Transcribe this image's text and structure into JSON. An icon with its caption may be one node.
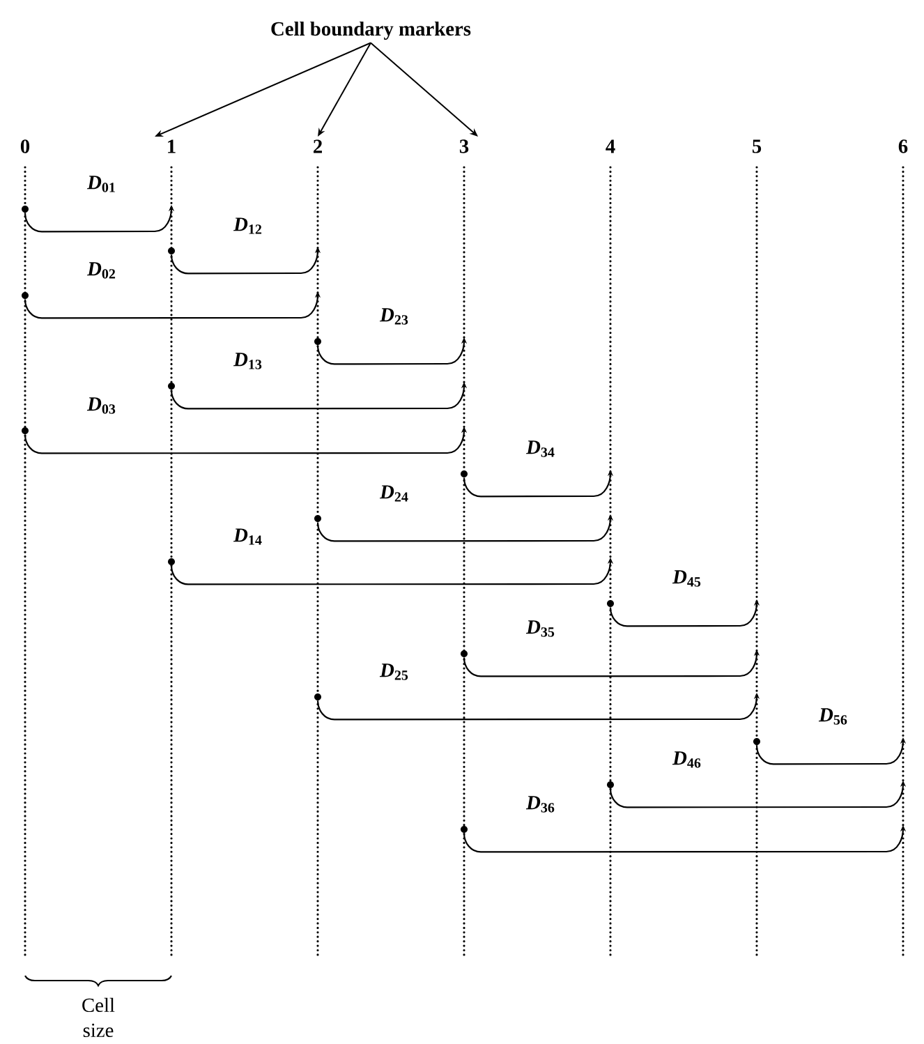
{
  "diagram": {
    "nodes": [
      {
        "text": [
          "Cell boundary markers"
        ]
      },
      {
        "text": [
          "0"
        ]
      },
      {
        "text": [
          "1"
        ]
      },
      {
        "text": [
          "2"
        ]
      },
      {
        "text": [
          "3"
        ]
      },
      {
        "text": [
          "4"
        ]
      },
      {
        "text": [
          "5"
        ]
      },
      {
        "text": [
          "6"
        ]
      },
      {
        "text": [],
        "shape": "circle",
        "in": 1
      },
      {
        "text": [],
        "shape": "circle",
        "in": 2
      },
      {
        "text": [],
        "shape": "circle",
        "in": 1
      },
      {
        "text": [],
        "shape": "circle",
        "in": 3
      },
      {
        "text": [],
        "shape": "circle",
        "in": 2
      },
      {
        "text": [],
        "shape": "circle",
        "in": 1
      },
      {
        "text": [],
        "shape": "circle",
        "in": 4
      },
      {
        "text": [],
        "shape": "circle",
        "in": 3
      },
      {
        "text": [],
        "shape": "circle",
        "in": 2
      },
      {
        "text": [],
        "shape": "circle",
        "in": 5
      },
      {
        "text": [],
        "shape": "circle",
        "in": 4
      },
      {
        "text": [],
        "shape": "circle",
        "in": 3
      },
      {
        "text": [],
        "shape": "circle",
        "in": 6
      },
      {
        "text": [],
        "shape": "circle",
        "in": 5
      },
      {
        "text": [],
        "shape": "circle",
        "in": 4
      }
    ],
    "edges": [
      {
        "from": 0,
        "to": 2,
        "arrow": "to"
      },
      {
        "from": 0,
        "to": 3,
        "arrow": "to"
      },
      {
        "from": 0,
        "to": 4,
        "arrow": "to"
      },
      {
        "from": 8,
        "to": 2,
        "arrow": "to",
        "label": "*D*$_{01}$"
      },
      {
        "from": 9,
        "to": 3,
        "arrow": "to",
        "label": "*D*$_{12}$"
      },
      {
        "from": 10,
        "to": 3,
        "arrow": "to",
        "label": "*D*$_{02}$"
      },
      {
        "from": 11,
        "to": 4,
        "arrow": "to",
        "label": "*D*$_{23}$"
      },
      {
        "from": 12,
        "to": 4,
        "arrow": "to",
        "label": "*D*$_{13}$"
      },
      {
        "from": 13,
        "to": 4,
        "arrow": "to",
        "label": "*D*$_{03}$"
      },
      {
        "from": 14,
        "to": 5,
        "arrow": "to",
        "label": "*D*$_{34}$"
      },
      {
        "from": 15,
        "to": 5,
        "arrow": "to",
        "label": "*D*$_{24}$"
      },
      {
        "from": 16,
        "to": 5,
        "arrow": "to",
        "label": "*D*$_{14}$"
      },
      {
        "from": 17,
        "to": 6,
        "arrow": "to",
        "label": "*D*$_{45}$"
      },
      {
        "from": 18,
        "to": 6,
        "arrow": "to",
        "label": "*D*$_{35}$"
      },
      {
        "from": 19,
        "to": 6,
        "arrow": "to",
        "label": "*D*$_{25}$"
      },
      {
        "from": 20,
        "to": 7,
        "arrow": "to",
        "label": "*D*$_{56}$"
      },
      {
        "from": 21,
        "to": 7,
        "arrow": "to",
        "label": "*D*$_{46}$"
      },
      {
        "from": 22,
        "to": 7,
        "arrow": "to",
        "label": "*D*$_{36}$"
      }
    ],
    "labels": [
      "Cell size"
    ]
  }
}
